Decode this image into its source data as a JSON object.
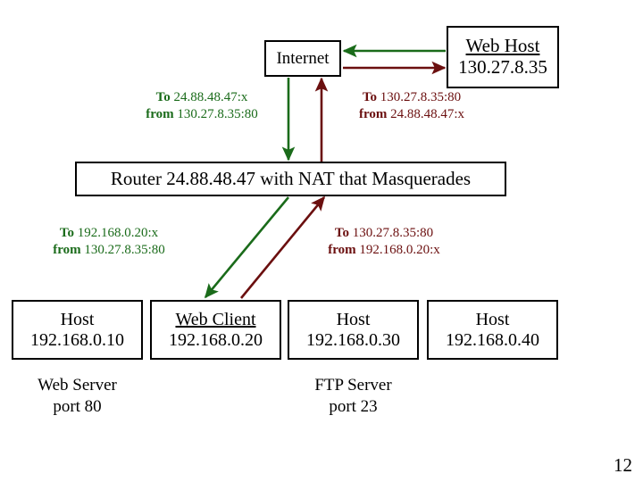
{
  "slide": {
    "page_number": "12",
    "colors": {
      "inbound_green": "#1a6b1a",
      "outbound_red": "#6b0f0f",
      "box_border": "#000000",
      "background": "#ffffff"
    }
  },
  "nodes": {
    "internet": {
      "label": "Internet"
    },
    "web_host": {
      "title": "Web Host",
      "address": "130.27.8.35"
    },
    "router": {
      "label": "Router 24.88.48.47 with NAT that Masquerades"
    },
    "hosts": [
      {
        "title": "Host",
        "address": "192.168.0.10",
        "underlined": false
      },
      {
        "title": "Web Client",
        "address": "192.168.0.20",
        "underlined": true
      },
      {
        "title": "Host",
        "address": "192.168.0.30",
        "underlined": false
      },
      {
        "title": "Host",
        "address": "192.168.0.40",
        "underlined": false
      }
    ]
  },
  "packet_labels": {
    "inbound_top": {
      "to_prefix": "To ",
      "to_value": "24.88.48.47:x",
      "from_prefix": "from ",
      "from_value": "130.27.8.35:80"
    },
    "outbound_top": {
      "to_prefix": "To ",
      "to_value": "130.27.8.35:80",
      "from_prefix": "from ",
      "from_value": "24.88.48.47:x"
    },
    "inbound_bottom": {
      "to_prefix": "To ",
      "to_value": "192.168.0.20:x",
      "from_prefix": "from ",
      "from_value": "130.27.8.35:80"
    },
    "outbound_bottom": {
      "to_prefix": "To ",
      "to_value": "130.27.8.35:80",
      "from_prefix": "from ",
      "from_value": "192.168.0.20:x"
    }
  },
  "captions": {
    "web_server": {
      "line1": "Web Server",
      "line2": "port 80"
    },
    "ftp_server": {
      "line1": "FTP Server",
      "line2": "port 23"
    }
  }
}
